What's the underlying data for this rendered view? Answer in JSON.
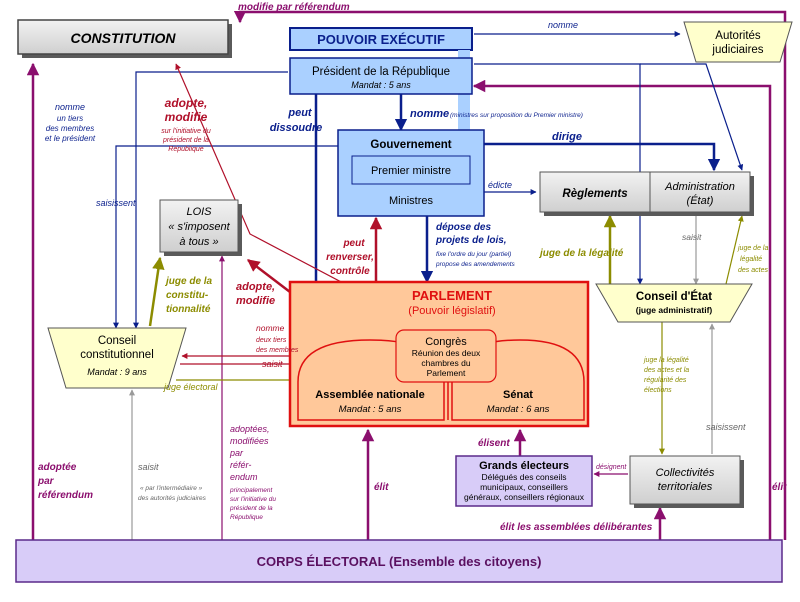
{
  "colors": {
    "purple": "#8b0f6e",
    "navy": "#0a1f8c",
    "darkred": "#b0102a",
    "red": "#e01010",
    "olive": "#8c8c00",
    "gray_arrow": "#9a9a9a",
    "blue_fill": "#aad0ff",
    "yellow_fill": "#ffffcc",
    "orange_fill": "#ffc89a",
    "lavender_fill": "#d8ccf8",
    "gray_fill": "#e0e0e0"
  },
  "boxes": {
    "constitution": "CONSTITUTION",
    "pouvoir_executif": "POUVOIR EXÉCUTIF",
    "president": {
      "title": "Président de la République",
      "mandat": "Mandat : 5 ans"
    },
    "autorites": {
      "line1": "Autorités",
      "line2": "judiciaires"
    },
    "gouvernement": {
      "title": "Gouvernement",
      "premier_ministre": "Premier ministre",
      "ministres": "Ministres"
    },
    "reglements": "Règlements",
    "administration": {
      "line1": "Administration",
      "line2": "(État)"
    },
    "lois": {
      "line1": "LOIS",
      "line2": "« s'imposent",
      "line3": "à tous »"
    },
    "conseil_constitutionnel": {
      "line1": "Conseil",
      "line2": "constitutionnel",
      "mandat": "Mandat : 9 ans"
    },
    "parlement": {
      "title": "PARLEMENT",
      "subtitle": "(Pouvoir législatif)"
    },
    "congres": {
      "title": "Congrès",
      "line1": "Réunion des deux",
      "line2": "chambres du",
      "line3": "Parlement"
    },
    "assemblee": {
      "title": "Assemblée nationale",
      "mandat": "Mandat : 5 ans"
    },
    "senat": {
      "title": "Sénat",
      "mandat": "Mandat : 6 ans"
    },
    "conseil_etat": {
      "title": "Conseil d'État",
      "subtitle": "(juge administratif)"
    },
    "grands_electeurs": {
      "title": "Grands électeurs",
      "line1": "Délégués des conseils",
      "line2": "municipaux, conseillers",
      "line3": "généraux, conseillers régionaux"
    },
    "collectivites": {
      "line1": "Collectivités",
      "line2": "territoriales"
    },
    "corps_electoral": "CORPS ÉLECTORAL (Ensemble des citoyens)"
  },
  "labels": {
    "modifie_referendum": "modifie par référendum",
    "nomme_top": "nomme",
    "nomme_cc": {
      "l1": "nomme",
      "l2": "un tiers",
      "l3": "des membres",
      "l4": "et le président"
    },
    "adopte_modifie": {
      "l1": "adopte,",
      "l2": "modifie"
    },
    "initiative": {
      "l1": "sur l'initiative du",
      "l2": "président de la",
      "l3": "République"
    },
    "peut_dissoudre": {
      "l1": "peut",
      "l2": "dissoudre"
    },
    "nomme_gov": {
      "bold": "nomme",
      "small": "(ministres sur proposition du Premier ministre)"
    },
    "dirige": "dirige",
    "edicte": "édicte",
    "saisissent_left": "saisissent",
    "depose": {
      "l1": "dépose des",
      "l2": "projets de lois,",
      "l3": "fixe l'ordre du jour (partiel)",
      "l4": "propose des amendements"
    },
    "peut_renverser": {
      "l1": "peut",
      "l2": "renverser,",
      "l3": "contrôle"
    },
    "saisit_admin": "saisit",
    "juge_legalite_actes": {
      "l1": "juge de la",
      "l2": "légalité",
      "l3": "des actes"
    },
    "juge_legalite": "juge de la légalité",
    "juge_constitutionnalite": {
      "l1": "juge de la",
      "l2": "constitu-",
      "l3": "tionnalité"
    },
    "adopte_modifie_parl": {
      "l1": "adopte,",
      "l2": "modifie"
    },
    "nomme_parl": {
      "l1": "nomme",
      "l2": "deux tiers",
      "l3": "des membres"
    },
    "saisit_parl": "saisit",
    "juge_electoral": "juge électoral",
    "juge_legalite_collectivites": {
      "l1": "juge la légalité",
      "l2": "des actes et la",
      "l3": "régularité des",
      "l4": "élections"
    },
    "saisissent_right": "saisissent",
    "adoptee_referendum": {
      "l1": "adoptée",
      "l2": "par",
      "l3": "référendum"
    },
    "saisit_bottom": "saisit",
    "intermediaire": {
      "l1": "« par l'intermédiaire »",
      "l2": "des autorités judiciaires"
    },
    "adoptees_modifiees": {
      "l1": "adoptées,",
      "l2": "modifiées",
      "l3": "par",
      "l4": "référ-",
      "l5": "endum"
    },
    "initiative2": {
      "l1": "principalement",
      "l2": "sur l'initiative du",
      "l3": "président de la",
      "l4": "République"
    },
    "elit_center": "élit",
    "elisent": "élisent",
    "designent": "désignent",
    "elit_assemblees": "élit les assemblées délibérantes",
    "elit_right": "élit"
  }
}
